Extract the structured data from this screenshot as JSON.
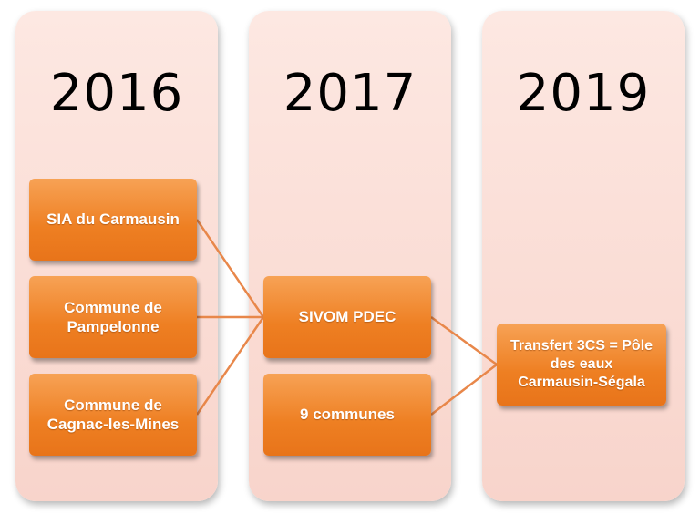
{
  "columns": [
    {
      "year": "2016"
    },
    {
      "year": "2017"
    },
    {
      "year": "2019"
    }
  ],
  "boxes": {
    "sia": "SIA du Carmausin",
    "pampelonne": "Commune de\nPampelonne",
    "cagnac": "Commune de\nCagnac-les-Mines",
    "sivom": "SIVOM PDEC",
    "communes": "9 communes",
    "transfert": "Transfert 3CS = Pôle\ndes eaux\nCarmausin-Ségala"
  },
  "colors": {
    "column_fill": "#fbdcd4",
    "box_fill": "#ee7f22",
    "connector": "#e8874a"
  }
}
